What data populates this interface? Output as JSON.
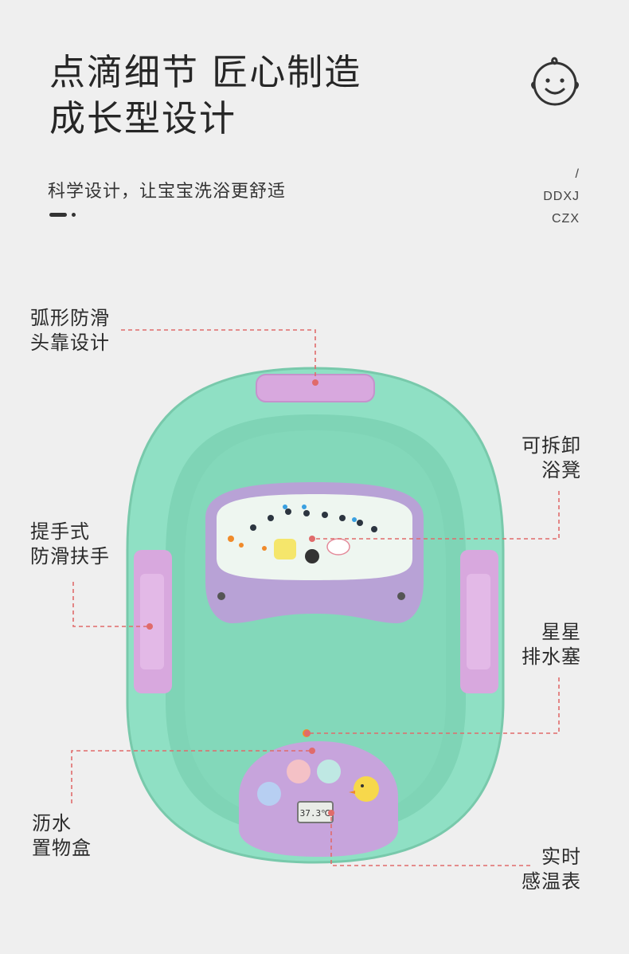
{
  "headline": {
    "line1": "点滴细节 匠心制造",
    "line2": "成长型设计"
  },
  "subtitle": "科学设计，让宝宝洗浴更舒适",
  "side_code": {
    "slash": "/",
    "line1": "DDXJ",
    "line2": "CZX"
  },
  "callouts": {
    "headrest": {
      "line1": "弧形防滑",
      "line2": "头靠设计"
    },
    "seat": {
      "line1": "可拆卸",
      "line2": "浴凳"
    },
    "handle": {
      "line1": "提手式",
      "line2": "防滑扶手"
    },
    "drain": {
      "line1": "星星",
      "line2": "排水塞"
    },
    "tray": {
      "line1": "沥水",
      "line2": "置物盒"
    },
    "thermometer": {
      "line1": "实时",
      "line2": "感温表"
    }
  },
  "thermometer_reading": "37.3℃",
  "colors": {
    "background": "#efefef",
    "tub_green": "#8fe0c4",
    "tub_inner": "#7fd4b6",
    "accent_purple": "#d8a8de",
    "seat_purple": "#b8a2d6",
    "callout_line": "#e06b6b"
  },
  "icons": [
    "baby-face-icon"
  ]
}
